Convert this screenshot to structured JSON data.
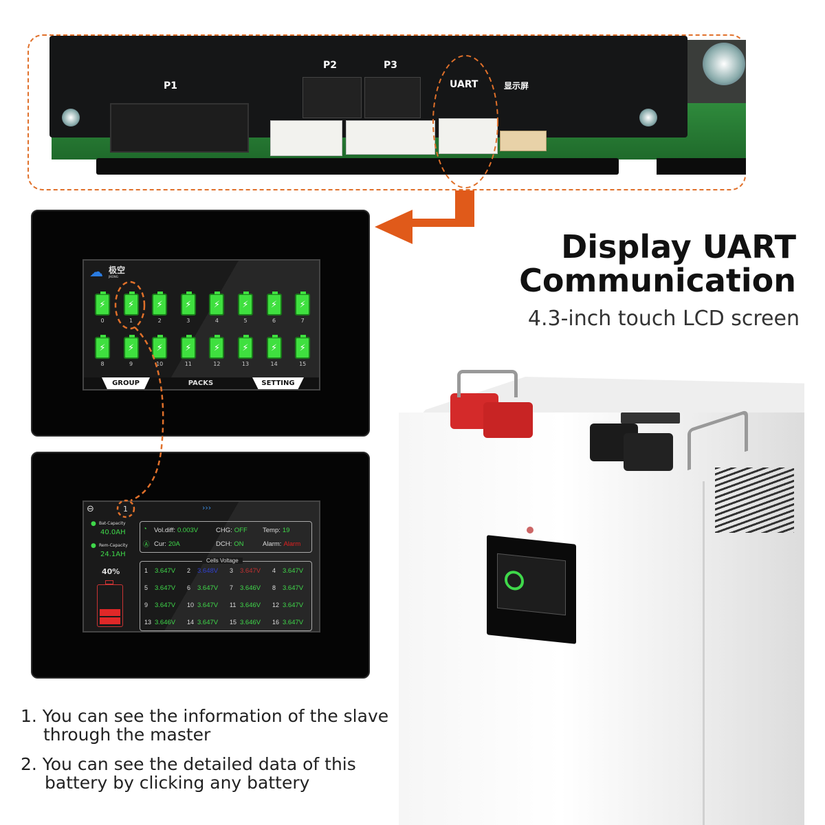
{
  "pcb": {
    "labels": {
      "p1": "P1",
      "p2": "P2",
      "p3": "P3",
      "uart": "UART",
      "display": "显示屏"
    }
  },
  "screen1": {
    "logo": "极空",
    "logo_sub": "JIKONG",
    "packs": [
      "0",
      "1",
      "2",
      "3",
      "4",
      "5",
      "6",
      "7",
      "8",
      "9",
      "10",
      "11",
      "12",
      "13",
      "14",
      "15"
    ],
    "tabs": [
      "GROUP",
      "PACKS",
      "SETTING"
    ]
  },
  "screen2": {
    "pack_id": "1",
    "bat_capacity_label": "Bat-Capacity",
    "bat_capacity": "40.0AH",
    "rem_capacity_label": "Rem-Capacity",
    "rem_capacity": "24.1AH",
    "soc": "40%",
    "soc_value": 0.4,
    "info": {
      "voldiff_label": "Vol.diff:",
      "voldiff": "0.003V",
      "chg_label": "CHG:",
      "chg": "OFF",
      "temp_label": "Temp:",
      "temp": "19",
      "cur_label": "Cur:",
      "cur": "20A",
      "dch_label": "DCH:",
      "dch": "ON",
      "alarm_label": "Alarm:",
      "alarm": "Alarm"
    },
    "cells_title": "Cells Voltage",
    "cells": [
      [
        "1",
        "3.647V"
      ],
      [
        "2",
        "3.648V"
      ],
      [
        "3",
        "3.647V"
      ],
      [
        "4",
        "3.647V"
      ],
      [
        "5",
        "3.647V"
      ],
      [
        "6",
        "3.647V"
      ],
      [
        "7",
        "3.646V"
      ],
      [
        "8",
        "3.647V"
      ],
      [
        "9",
        "3.647V"
      ],
      [
        "10",
        "3.647V"
      ],
      [
        "11",
        "3.646V"
      ],
      [
        "12",
        "3.647V"
      ],
      [
        "13",
        "3.646V"
      ],
      [
        "14",
        "3.647V"
      ],
      [
        "15",
        "3.646V"
      ],
      [
        "16",
        "3.647V"
      ]
    ]
  },
  "heading": {
    "line1": "Display UART",
    "line2": "Communication",
    "subtitle": "4.3-inch touch LCD screen"
  },
  "notes": {
    "n1a": "1. You can see the information of the slave",
    "n1b": "through the master",
    "n2a": "2. You can see the detailed data of this",
    "n2b": "battery by clicking any battery"
  },
  "colors": {
    "accent": "#e0702a",
    "green": "#3fd84a",
    "alarm": "#e02020",
    "max_cell": "#3040d0",
    "min_cell": "#c03030"
  }
}
